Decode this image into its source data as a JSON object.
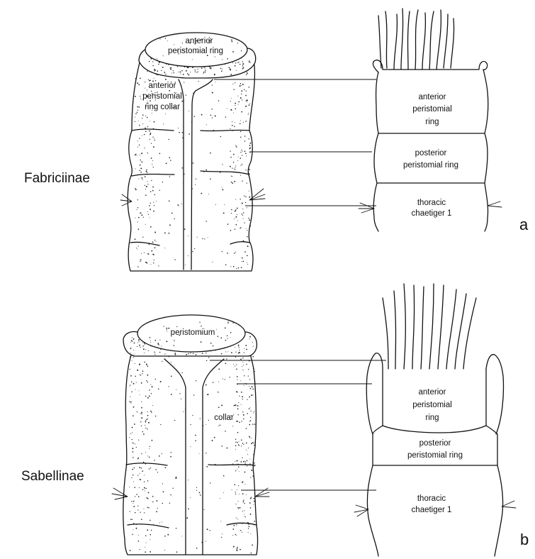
{
  "figure": {
    "panel_a": {
      "row_label": "Fabriciinae",
      "panel_letter": "a",
      "left_labels": {
        "top_line1": "anterior",
        "top_line2": "peristomial ring",
        "collar_line1": "anterior",
        "collar_line2": "peristomial",
        "collar_line3": "ring collar"
      },
      "right_labels": {
        "anterior_line1": "anterior",
        "anterior_line2": "peristomial",
        "anterior_line3": "ring",
        "posterior_line1": "posterior",
        "posterior_line2": "peristomial ring",
        "chaetiger_line1": "thoracic",
        "chaetiger_line2": "chaetiger 1"
      }
    },
    "panel_b": {
      "row_label": "Sabellinae",
      "panel_letter": "b",
      "left_labels": {
        "top": "peristomium",
        "collar": "collar"
      },
      "right_labels": {
        "anterior_line1": "anterior",
        "anterior_line2": "peristomial",
        "anterior_line3": "ring",
        "posterior_line1": "posterior",
        "posterior_line2": "peristomial ring",
        "chaetiger_line1": "thoracic",
        "chaetiger_line2": "chaetiger 1"
      }
    }
  }
}
